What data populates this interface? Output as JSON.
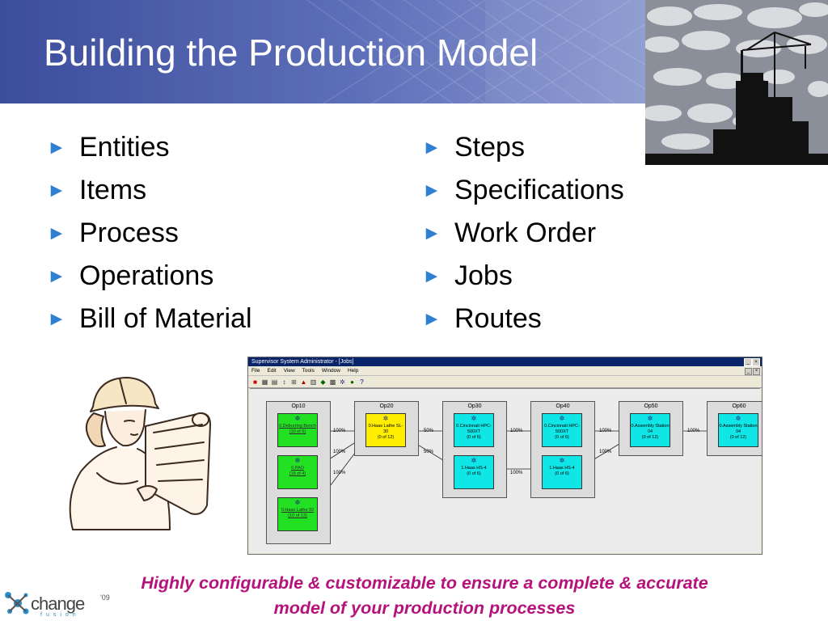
{
  "slide": {
    "title": "Building the Production Model",
    "left_bullets": [
      "Entities",
      "Items",
      "Process",
      "Operations",
      "Bill of Material"
    ],
    "right_bullets": [
      "Steps",
      "Specifications",
      "Work Order",
      "Jobs",
      "Routes"
    ],
    "caption_line1": "Highly configurable & customizable to ensure a complete & accurate",
    "caption_line2": "model of your production processes",
    "bullet_glyph": "►"
  },
  "app": {
    "window_title": "Supervisor     System Administrator - [Jobs]",
    "menu": [
      "File",
      "Edit",
      "View",
      "Tools",
      "Window",
      "Help"
    ],
    "operations": [
      {
        "label": "Op10",
        "nodes": [
          {
            "name": "0.Deburring Bench",
            "count": "(10 of 6)",
            "color": "green"
          },
          {
            "name": "0.PAO",
            "count": "(15 of 4)",
            "color": "green"
          },
          {
            "name": "0.Haas Lathe 92",
            "count": "(10 of 12)",
            "color": "green"
          }
        ]
      },
      {
        "label": "Op20",
        "nodes": [
          {
            "name": "0.Haas Lathe SL-30",
            "count": "(0 of 12)",
            "color": "yellow"
          }
        ]
      },
      {
        "label": "Op30",
        "nodes": [
          {
            "name": "0.Cincinnati HPC-500XT",
            "count": "(0 of 6)",
            "color": "cyan"
          },
          {
            "name": "1.Haas HS-4",
            "count": "(0 of 6)",
            "color": "cyan"
          }
        ]
      },
      {
        "label": "Op40",
        "nodes": [
          {
            "name": "0.Cincinnati HPC-500XT",
            "count": "(0 of 6)",
            "color": "cyan"
          },
          {
            "name": "1.Haas HS-4",
            "count": "(0 of 6)",
            "color": "cyan"
          }
        ]
      },
      {
        "label": "Op50",
        "nodes": [
          {
            "name": "0.Assembly Station 04",
            "count": "(0 of 12)",
            "color": "cyan"
          }
        ]
      },
      {
        "label": "Op60",
        "nodes": [
          {
            "name": "0.Assembly Station 04",
            "count": "(0 of 12)",
            "color": "cyan"
          }
        ]
      }
    ],
    "percentages": {
      "p1": "100%",
      "p2": "100%",
      "p3": "100%",
      "p4": "50%",
      "p5": "50%",
      "p6": "100%",
      "p7": "100%",
      "p8": "100%",
      "p9": "100%",
      "p10": "100%"
    }
  },
  "logo": {
    "word": "change",
    "year": "'09",
    "sub": "fusion"
  },
  "colors": {
    "header": "#3c4d9c",
    "bullet": "#2f7fd3",
    "caption": "#b5127c",
    "green_node": "#22e022",
    "yellow_node": "#ffee00",
    "cyan_node": "#11e6e6"
  },
  "icons": [
    "construction-photo",
    "engineer-illustration",
    "gear-icon",
    "arrow-bullet-icon",
    "change-fusion-logo"
  ]
}
